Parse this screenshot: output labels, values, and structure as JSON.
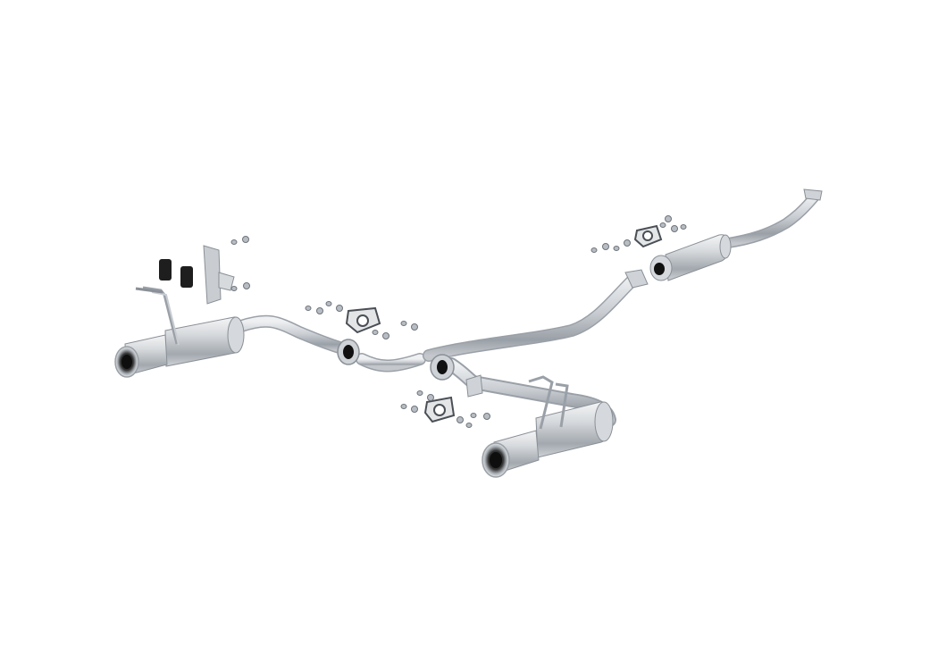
{
  "image": {
    "subject": "exhaust-system-exploded-view",
    "background_color": "#ffffff",
    "metal_color": "#c9cdd2",
    "metal_dark": "#8a9097",
    "rubber_color": "#1e1e1e",
    "parts": [
      {
        "name": "muffler-left"
      },
      {
        "name": "muffler-right"
      },
      {
        "name": "resonator"
      },
      {
        "name": "mid-pipe"
      },
      {
        "name": "hanger-bracket"
      },
      {
        "name": "rubber-isolators"
      },
      {
        "name": "gaskets"
      },
      {
        "name": "bolts-nuts"
      }
    ]
  }
}
